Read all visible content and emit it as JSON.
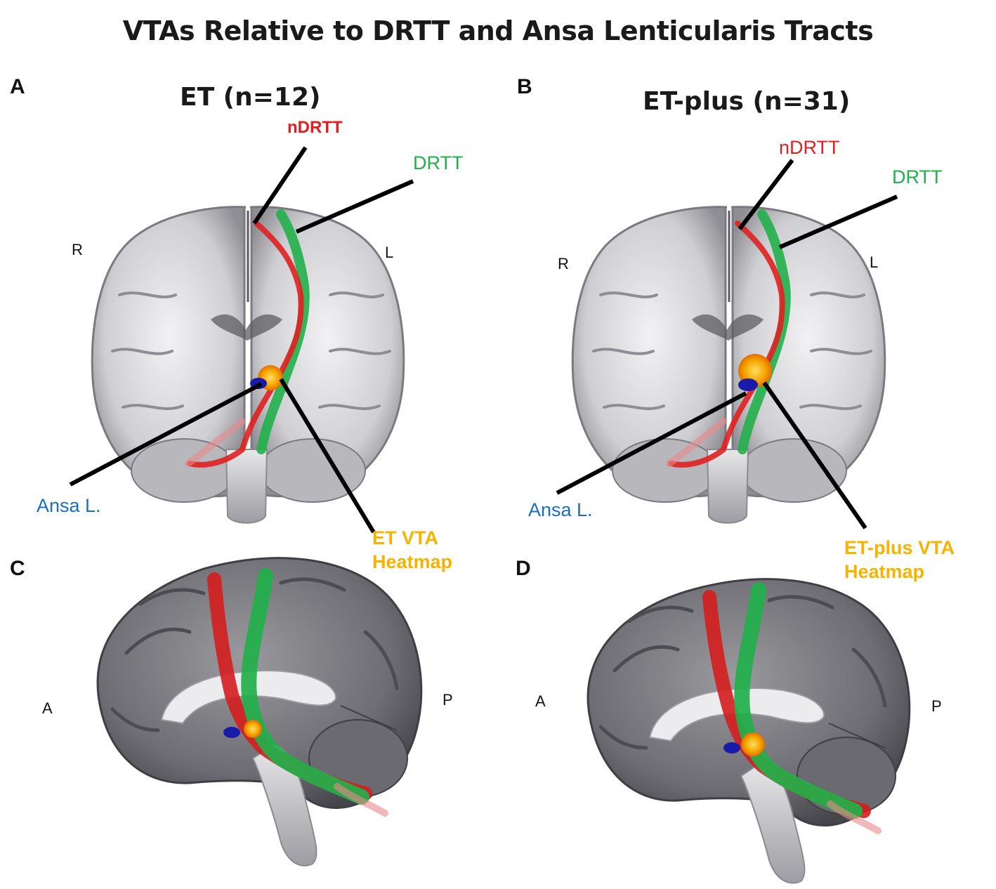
{
  "title": "VTAs Relative to DRTT and  Ansa Lenticularis Tracts",
  "panels": {
    "A": {
      "letter": "A",
      "subtitle": "ET (n=12)",
      "side_right": "R",
      "side_left": "L",
      "ndrtt": "nDRTT",
      "drtt": "DRTT",
      "ansa": "Ansa L.",
      "vta_line1": "ET VTA",
      "vta_line2": "Heatmap"
    },
    "B": {
      "letter": "B",
      "subtitle": "ET-plus (n=31)",
      "side_right": "R",
      "side_left": "L",
      "ndrtt": "nDRTT",
      "drtt": "DRTT",
      "ansa": "Ansa L.",
      "vta_line1": "ET-plus VTA",
      "vta_line2": "Heatmap"
    },
    "C": {
      "letter": "C",
      "anterior": "A",
      "posterior": "P"
    },
    "D": {
      "letter": "D",
      "anterior": "A",
      "posterior": "P"
    }
  },
  "colors": {
    "ndrtt": "#e02020",
    "drtt": "#22b04b",
    "ansa": "#1b6fc0",
    "vta": "#f6b400",
    "brain_light": "#d9d9dc",
    "brain_sagittal": "#77767b"
  }
}
